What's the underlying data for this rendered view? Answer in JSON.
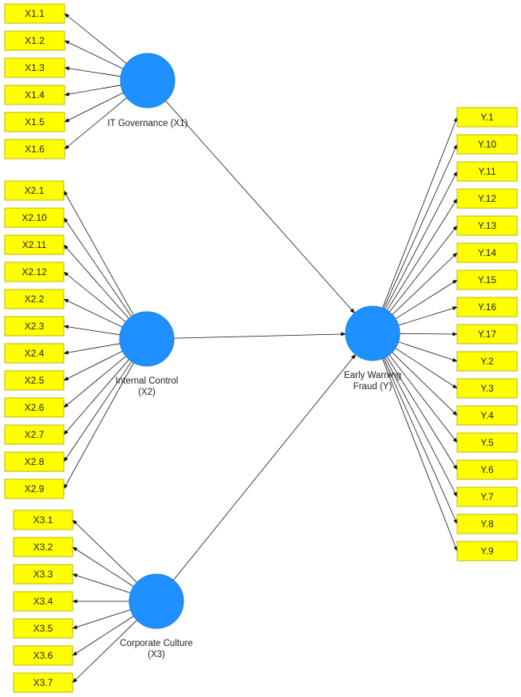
{
  "colors": {
    "indicator_fill": "#ffff00",
    "latent_fill": "#1e90ff",
    "edge": "#111111"
  },
  "latent_variables": [
    {
      "id": "X1",
      "label_lines": [
        "IT Governance (X1)"
      ]
    },
    {
      "id": "X2",
      "label_lines": [
        "Internal Control",
        "(X2)"
      ]
    },
    {
      "id": "X3",
      "label_lines": [
        "Corporate Culture",
        "(X3)"
      ]
    },
    {
      "id": "Y",
      "label_lines": [
        "Early Warning",
        "Fraud (Y)"
      ]
    }
  ],
  "indicators": {
    "X1": [
      "X1.1",
      "X1.2",
      "X1.3",
      "X1.4",
      "X1.5",
      "X1.6"
    ],
    "X2": [
      "X2.1",
      "X2.10",
      "X2.11",
      "X2.12",
      "X2.2",
      "X2.3",
      "X2.4",
      "X2.5",
      "X2.6",
      "X2.7",
      "X2.8",
      "X2.9"
    ],
    "X3": [
      "X3.1",
      "X3.2",
      "X3.3",
      "X3.4",
      "X3.5",
      "X3.6",
      "X3.7"
    ],
    "Y": [
      "Y.1",
      "Y.10",
      "Y.11",
      "Y.12",
      "Y.13",
      "Y.14",
      "Y.15",
      "Y.16",
      "Y.17",
      "Y.2",
      "Y.3",
      "Y.4",
      "Y.5",
      "Y.6",
      "Y.7",
      "Y.8",
      "Y.9"
    ]
  },
  "paths": [
    {
      "from": "X1",
      "to": "Y"
    },
    {
      "from": "X2",
      "to": "Y"
    },
    {
      "from": "X3",
      "to": "Y"
    }
  ]
}
